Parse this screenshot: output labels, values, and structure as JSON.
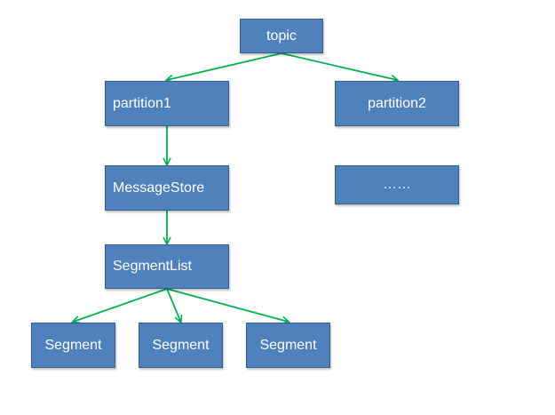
{
  "colors": {
    "node_fill": "#4f81bd",
    "node_border": "#385d8a",
    "node_text": "#ffffff",
    "edge": "#00b050"
  },
  "nodes": {
    "topic": "topic",
    "partition1": "partition1",
    "partition2": "partition2",
    "messagestore": "MessageStore",
    "ellipsis": "……",
    "segmentlist": "SegmentList",
    "segment1": "Segment",
    "segment2": "Segment",
    "segment3": "Segment"
  },
  "edges": [
    {
      "from": "topic",
      "to": "partition1"
    },
    {
      "from": "topic",
      "to": "partition2"
    },
    {
      "from": "partition1",
      "to": "messagestore"
    },
    {
      "from": "messagestore",
      "to": "segmentlist"
    },
    {
      "from": "segmentlist",
      "to": "segment1"
    },
    {
      "from": "segmentlist",
      "to": "segment2"
    },
    {
      "from": "segmentlist",
      "to": "segment3"
    }
  ]
}
